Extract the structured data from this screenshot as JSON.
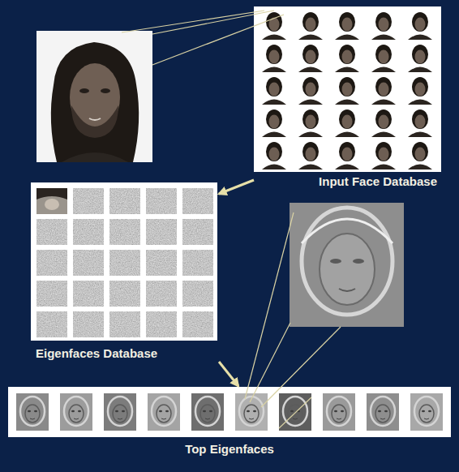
{
  "diagram": {
    "nodes": [
      {
        "text": [
          "Input Face Database"
        ]
      },
      {
        "text": [
          "Eigenfaces Database"
        ]
      },
      {
        "text": [
          "Top Eigenfaces"
        ]
      }
    ],
    "edges": [
      {
        "from": 0,
        "to": 1,
        "arrow": "to"
      },
      {
        "from": 1,
        "to": 2,
        "arrow": "to"
      }
    ]
  }
}
